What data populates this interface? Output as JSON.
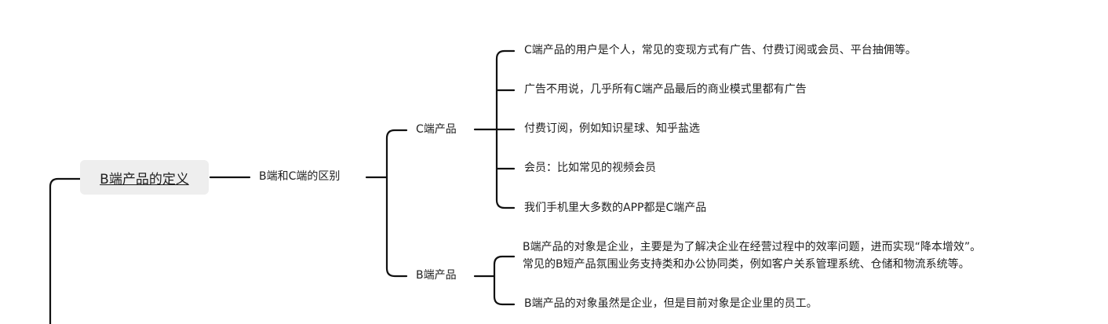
{
  "root": {
    "label": "B端产品的定义"
  },
  "branch": {
    "label": "B端和C端的区别"
  },
  "c_product": {
    "label": "C端产品",
    "children": [
      "C端产品的用户是个人，常见的变现方式有广告、付费订阅或会员、平台抽佣等。",
      "广告不用说，几乎所有C端产品最后的商业模式里都有广告",
      "付费订阅，例如知识星球、知乎盐选",
      "会员：比如常见的视频会员",
      "我们手机里大多数的APP都是C端产品"
    ]
  },
  "b_product": {
    "label": "B端产品",
    "children": [
      {
        "line1": "B端产品的对象是企业，主要是为了解决企业在经营过程中的效率问题，进而实现“降本增效”。",
        "line2": "常见的B短产品氛围业务支持类和办公协同类，例如客户关系管理系统、仓储和物流系统等。"
      },
      "B端产品的对象虽然是企业，但是目前对象是企业里的员工。"
    ]
  }
}
